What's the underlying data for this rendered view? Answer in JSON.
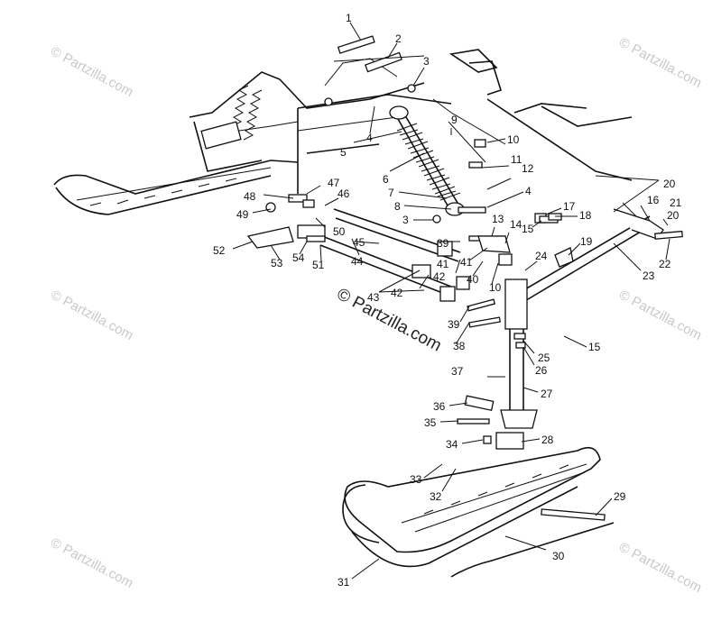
{
  "watermark": {
    "text": "© Partzilla.com",
    "center_text": "© Partzilla.com"
  },
  "callouts": [
    {
      "id": "c1",
      "text": "1"
    },
    {
      "id": "c2",
      "text": "2"
    },
    {
      "id": "c3a",
      "text": "3"
    },
    {
      "id": "c4a",
      "text": "4"
    },
    {
      "id": "c5",
      "text": "5"
    },
    {
      "id": "c6",
      "text": "6"
    },
    {
      "id": "c7",
      "text": "7"
    },
    {
      "id": "c8",
      "text": "8"
    },
    {
      "id": "c3b",
      "text": "3"
    },
    {
      "id": "c9",
      "text": "9"
    },
    {
      "id": "c10a",
      "text": "10"
    },
    {
      "id": "c11",
      "text": "11"
    },
    {
      "id": "c12",
      "text": "12"
    },
    {
      "id": "c4b",
      "text": "4"
    },
    {
      "id": "c13",
      "text": "13"
    },
    {
      "id": "c14",
      "text": "14"
    },
    {
      "id": "c15a",
      "text": "15"
    },
    {
      "id": "c17",
      "text": "17"
    },
    {
      "id": "c18",
      "text": "18"
    },
    {
      "id": "c16",
      "text": "16"
    },
    {
      "id": "c21",
      "text": "21"
    },
    {
      "id": "c20a",
      "text": "20"
    },
    {
      "id": "c20b",
      "text": "20"
    },
    {
      "id": "c22",
      "text": "22"
    },
    {
      "id": "c19",
      "text": "19"
    },
    {
      "id": "c23",
      "text": "23"
    },
    {
      "id": "c24",
      "text": "24"
    },
    {
      "id": "c10b",
      "text": "10"
    },
    {
      "id": "c15b",
      "text": "15"
    },
    {
      "id": "c25",
      "text": "25"
    },
    {
      "id": "c26",
      "text": "26"
    },
    {
      "id": "c27",
      "text": "27"
    },
    {
      "id": "c28",
      "text": "28"
    },
    {
      "id": "c29",
      "text": "29"
    },
    {
      "id": "c30",
      "text": "30"
    },
    {
      "id": "c31",
      "text": "31"
    },
    {
      "id": "c32",
      "text": "32"
    },
    {
      "id": "c33",
      "text": "33"
    },
    {
      "id": "c34",
      "text": "34"
    },
    {
      "id": "c35",
      "text": "35"
    },
    {
      "id": "c36",
      "text": "36"
    },
    {
      "id": "c37",
      "text": "37"
    },
    {
      "id": "c38",
      "text": "38"
    },
    {
      "id": "c39a",
      "text": "39"
    },
    {
      "id": "c39b",
      "text": "39"
    },
    {
      "id": "c40",
      "text": "40"
    },
    {
      "id": "c41a",
      "text": "41"
    },
    {
      "id": "c41b",
      "text": "41"
    },
    {
      "id": "c42a",
      "text": "42"
    },
    {
      "id": "c42b",
      "text": "42"
    },
    {
      "id": "c43",
      "text": "43"
    },
    {
      "id": "c44",
      "text": "44"
    },
    {
      "id": "c45",
      "text": "45"
    },
    {
      "id": "c46",
      "text": "46"
    },
    {
      "id": "c47",
      "text": "47"
    },
    {
      "id": "c48",
      "text": "48"
    },
    {
      "id": "c49",
      "text": "49"
    },
    {
      "id": "c50",
      "text": "50"
    },
    {
      "id": "c51",
      "text": "51"
    },
    {
      "id": "c52",
      "text": "52"
    },
    {
      "id": "c53",
      "text": "53"
    },
    {
      "id": "c54",
      "text": "54"
    }
  ]
}
